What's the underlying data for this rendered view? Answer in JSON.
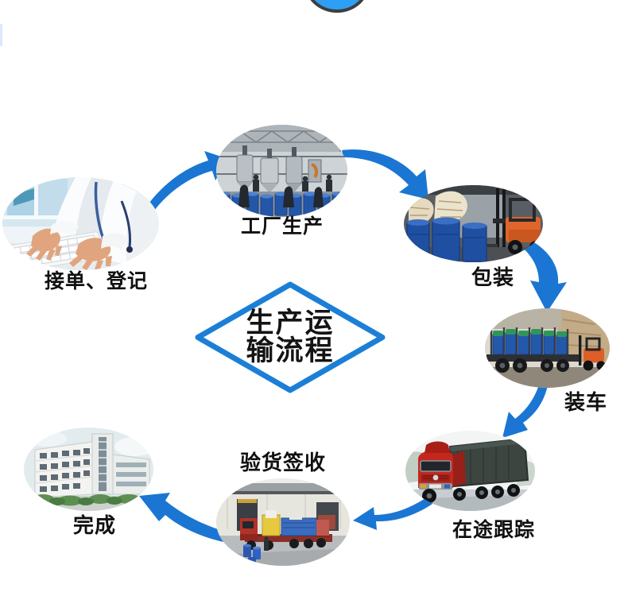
{
  "page": {
    "background": "#ffffff"
  },
  "top_badge": {
    "shape": "partial-circle",
    "fill": "#2da0f5",
    "border": "#3e3e3e"
  },
  "flow": {
    "arrow_color": "#1a76d2",
    "center_title": {
      "full": "生产运输流程",
      "line1": "生产运",
      "line2": "输流程",
      "border_color": "#1b7fd6"
    },
    "steps": [
      {
        "id": "order-registration",
        "label": "接单、登记",
        "photo": "hands-typing-on-keyboard"
      },
      {
        "id": "factory-production",
        "label": "工厂生产",
        "photo": "factory-production-line"
      },
      {
        "id": "packaging",
        "label": "包装",
        "photo": "drums-packaging-forklift"
      },
      {
        "id": "truck-loading",
        "label": "装车",
        "photo": "truck-loaded-with-drums"
      },
      {
        "id": "in-transit-tracking",
        "label": "在途跟踪",
        "photo": "red-cargo-truck"
      },
      {
        "id": "inspection-signoff",
        "label": "验货签收",
        "photo": "warehouse-unloading-dock"
      },
      {
        "id": "complete",
        "label": "完成",
        "photo": "company-building"
      }
    ]
  }
}
